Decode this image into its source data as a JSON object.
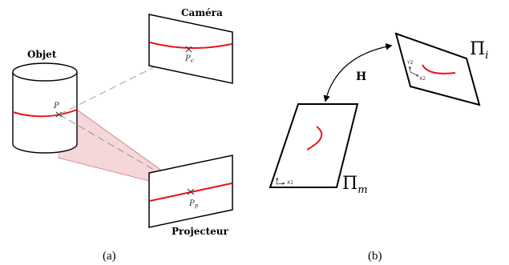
{
  "panel_a": {
    "caption": "(a)",
    "object_label": "Objet",
    "camera_label": "Caméra",
    "projector_label": "Projecteur",
    "point_P": "P",
    "point_Pc_main": "P",
    "point_Pc_sub": "c",
    "point_Pp_main": "P",
    "point_Pp_sub": "p"
  },
  "panel_b": {
    "caption": "(b)",
    "homography_label": "H",
    "plane_m_main": "Π",
    "plane_m_sub": "m",
    "plane_i_main": "Π",
    "plane_i_sub": "i",
    "axis_x1": "X1",
    "axis_x2": "X2",
    "axis_y2": "Y2"
  },
  "colors": {
    "curve": "#e8141e",
    "beam_fill": "#f2c8cc",
    "beam_line": "#c98088",
    "dash": "#bbbbbb",
    "outline": "#000000"
  }
}
